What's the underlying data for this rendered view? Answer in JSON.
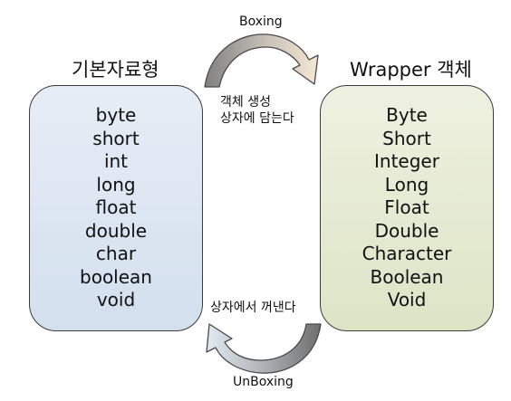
{
  "primitive": {
    "title": "기본자료형",
    "items": [
      "byte",
      "short",
      "int",
      "long",
      "float",
      "double",
      "char",
      "boolean",
      "void"
    ]
  },
  "wrapper": {
    "title": "Wrapper 객체",
    "items": [
      "Byte",
      "Short",
      "Integer",
      "Long",
      "Float",
      "Double",
      "Character",
      "Boolean",
      "Void"
    ]
  },
  "boxing": {
    "label": "Boxing",
    "description_line1": "객체 생성",
    "description_line2": "상자에 담는다"
  },
  "unboxing": {
    "label": "UnBoxing",
    "description": "상자에서 꺼낸다"
  },
  "colors": {
    "primitive_fill": "#dbe5f1",
    "wrapper_fill": "#e3e9d0",
    "arrow_fill": "#8a8a8a",
    "arrow_outline": "#4a4a4a"
  }
}
